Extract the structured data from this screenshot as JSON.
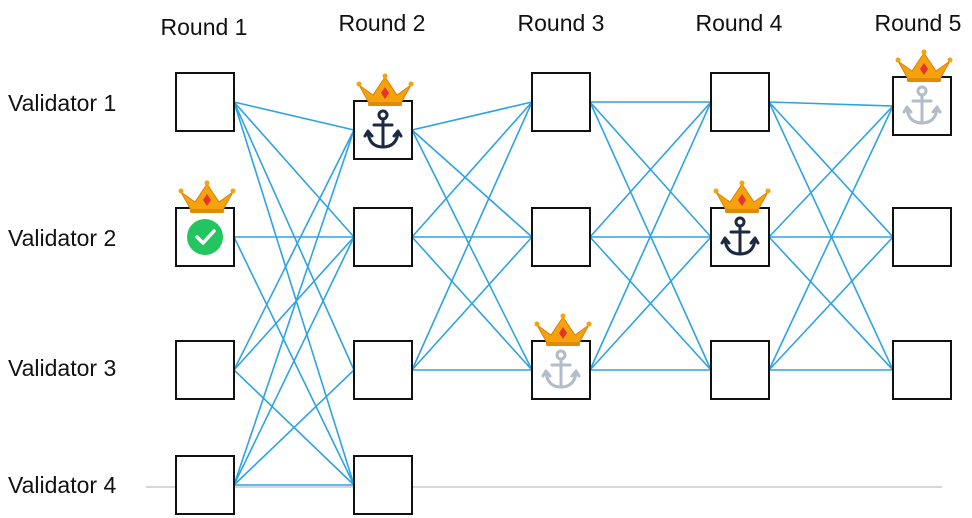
{
  "rounds": [
    {
      "label": "Round 1"
    },
    {
      "label": "Round 2"
    },
    {
      "label": "Round 3"
    },
    {
      "label": "Round 4"
    },
    {
      "label": "Round 5"
    }
  ],
  "validators": [
    {
      "label": "Validator 1"
    },
    {
      "label": "Validator 2"
    },
    {
      "label": "Validator 3"
    },
    {
      "label": "Validator 4"
    }
  ],
  "vertices": [
    {
      "round": 1,
      "validator": 1,
      "leader": false,
      "mark": "none"
    },
    {
      "round": 1,
      "validator": 2,
      "leader": true,
      "mark": "check-icon"
    },
    {
      "round": 1,
      "validator": 3,
      "leader": false,
      "mark": "none"
    },
    {
      "round": 1,
      "validator": 4,
      "leader": false,
      "mark": "none"
    },
    {
      "round": 2,
      "validator": 1,
      "leader": true,
      "mark": "anchor-icon"
    },
    {
      "round": 2,
      "validator": 2,
      "leader": false,
      "mark": "none"
    },
    {
      "round": 2,
      "validator": 3,
      "leader": false,
      "mark": "none"
    },
    {
      "round": 2,
      "validator": 4,
      "leader": false,
      "mark": "none"
    },
    {
      "round": 3,
      "validator": 1,
      "leader": false,
      "mark": "none"
    },
    {
      "round": 3,
      "validator": 2,
      "leader": false,
      "mark": "none"
    },
    {
      "round": 3,
      "validator": 3,
      "leader": true,
      "mark": "faded-anchor-icon"
    },
    {
      "round": 4,
      "validator": 1,
      "leader": false,
      "mark": "none"
    },
    {
      "round": 4,
      "validator": 2,
      "leader": true,
      "mark": "anchor-icon"
    },
    {
      "round": 4,
      "validator": 3,
      "leader": false,
      "mark": "none"
    },
    {
      "round": 5,
      "validator": 1,
      "leader": true,
      "mark": "faded-anchor-icon"
    },
    {
      "round": 5,
      "validator": 2,
      "leader": false,
      "mark": "none"
    },
    {
      "round": 5,
      "validator": 3,
      "leader": false,
      "mark": "none"
    }
  ],
  "edges": [
    {
      "from": [
        1,
        1
      ],
      "to": [
        2,
        1
      ]
    },
    {
      "from": [
        1,
        1
      ],
      "to": [
        2,
        2
      ]
    },
    {
      "from": [
        1,
        1
      ],
      "to": [
        2,
        3
      ]
    },
    {
      "from": [
        1,
        1
      ],
      "to": [
        2,
        4
      ]
    },
    {
      "from": [
        1,
        2
      ],
      "to": [
        2,
        2
      ]
    },
    {
      "from": [
        1,
        2
      ],
      "to": [
        2,
        4
      ]
    },
    {
      "from": [
        1,
        3
      ],
      "to": [
        2,
        1
      ]
    },
    {
      "from": [
        1,
        3
      ],
      "to": [
        2,
        2
      ]
    },
    {
      "from": [
        1,
        3
      ],
      "to": [
        2,
        4
      ]
    },
    {
      "from": [
        1,
        4
      ],
      "to": [
        2,
        1
      ]
    },
    {
      "from": [
        1,
        4
      ],
      "to": [
        2,
        2
      ]
    },
    {
      "from": [
        1,
        4
      ],
      "to": [
        2,
        3
      ]
    },
    {
      "from": [
        1,
        4
      ],
      "to": [
        2,
        4
      ]
    },
    {
      "from": [
        2,
        1
      ],
      "to": [
        3,
        1
      ]
    },
    {
      "from": [
        2,
        1
      ],
      "to": [
        3,
        2
      ]
    },
    {
      "from": [
        2,
        1
      ],
      "to": [
        3,
        3
      ]
    },
    {
      "from": [
        2,
        2
      ],
      "to": [
        3,
        1
      ]
    },
    {
      "from": [
        2,
        2
      ],
      "to": [
        3,
        2
      ]
    },
    {
      "from": [
        2,
        2
      ],
      "to": [
        3,
        3
      ]
    },
    {
      "from": [
        2,
        3
      ],
      "to": [
        3,
        1
      ]
    },
    {
      "from": [
        2,
        3
      ],
      "to": [
        3,
        2
      ]
    },
    {
      "from": [
        2,
        3
      ],
      "to": [
        3,
        3
      ]
    },
    {
      "from": [
        3,
        1
      ],
      "to": [
        4,
        1
      ]
    },
    {
      "from": [
        3,
        1
      ],
      "to": [
        4,
        2
      ]
    },
    {
      "from": [
        3,
        1
      ],
      "to": [
        4,
        3
      ]
    },
    {
      "from": [
        3,
        2
      ],
      "to": [
        4,
        1
      ]
    },
    {
      "from": [
        3,
        2
      ],
      "to": [
        4,
        2
      ]
    },
    {
      "from": [
        3,
        2
      ],
      "to": [
        4,
        3
      ]
    },
    {
      "from": [
        3,
        3
      ],
      "to": [
        4,
        1
      ]
    },
    {
      "from": [
        3,
        3
      ],
      "to": [
        4,
        2
      ]
    },
    {
      "from": [
        3,
        3
      ],
      "to": [
        4,
        3
      ]
    },
    {
      "from": [
        4,
        1
      ],
      "to": [
        5,
        1
      ]
    },
    {
      "from": [
        4,
        1
      ],
      "to": [
        5,
        2
      ]
    },
    {
      "from": [
        4,
        1
      ],
      "to": [
        5,
        3
      ]
    },
    {
      "from": [
        4,
        2
      ],
      "to": [
        5,
        1
      ]
    },
    {
      "from": [
        4,
        2
      ],
      "to": [
        5,
        2
      ]
    },
    {
      "from": [
        4,
        2
      ],
      "to": [
        5,
        3
      ]
    },
    {
      "from": [
        4,
        3
      ],
      "to": [
        5,
        1
      ]
    },
    {
      "from": [
        4,
        3
      ],
      "to": [
        5,
        2
      ]
    },
    {
      "from": [
        4,
        3
      ],
      "to": [
        5,
        3
      ]
    }
  ],
  "colors": {
    "edge": "#2ea3e4",
    "box_stroke": "#111111",
    "box_fill": "#ffffff",
    "anchor": "#1b2a40",
    "faded_anchor": "#b3bcc8",
    "check": "#22c55e",
    "crown": "#f5a20c",
    "crown_jewel": "#e8322d",
    "baseline": "#cccccc"
  }
}
